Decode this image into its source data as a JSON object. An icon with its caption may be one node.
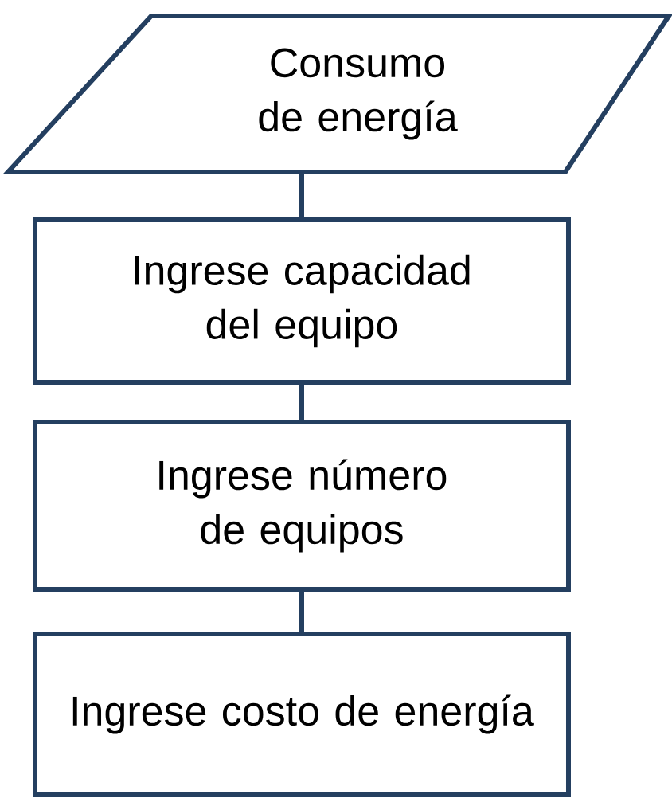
{
  "diagram": {
    "nodes": [
      {
        "text": [
          "Consumo de energía"
        ]
      },
      {
        "text": [
          "Ingrese capacidad del equipo"
        ]
      },
      {
        "text": [
          "Ingrese número de equipos"
        ]
      },
      {
        "text": [
          "Ingrese costo de energía"
        ]
      }
    ],
    "edges": [
      {
        "from": 0,
        "to": 1,
        "arrow": "none"
      },
      {
        "from": 1,
        "to": 2,
        "arrow": "none"
      },
      {
        "from": 2,
        "to": 3,
        "arrow": "none"
      }
    ]
  }
}
